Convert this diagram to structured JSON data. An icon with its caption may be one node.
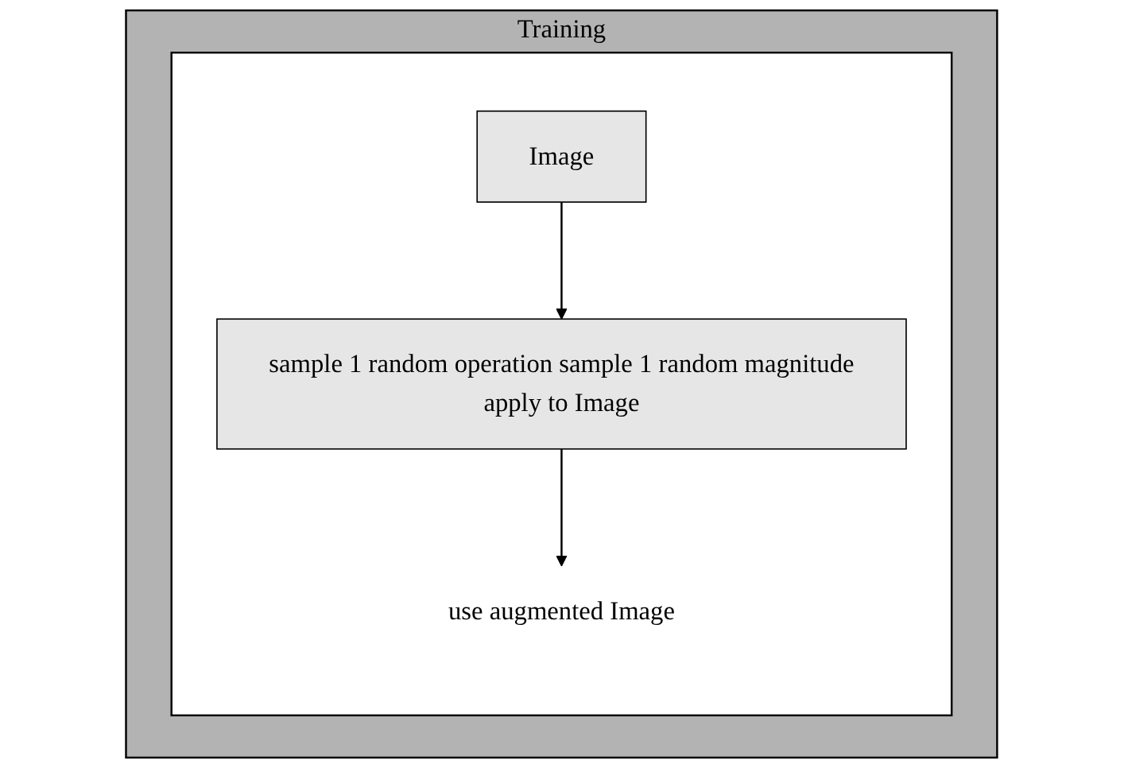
{
  "diagram": {
    "nodes": [
      {
        "text": [
          "Training"
        ]
      },
      {
        "text": [],
        "shape": "box",
        "in": 0
      },
      {
        "text": [
          "Image"
        ],
        "in": 1
      },
      {
        "text": [
          "sample 1 random operation sample 1 random magnitude",
          "apply to Image"
        ],
        "in": 1
      },
      {
        "text": [
          "use augmented Image"
        ],
        "in": 1
      }
    ],
    "edges": [
      {
        "from": 2,
        "to": 3,
        "arrow": "to"
      },
      {
        "from": 3,
        "to": 4,
        "arrow": "to"
      }
    ]
  }
}
